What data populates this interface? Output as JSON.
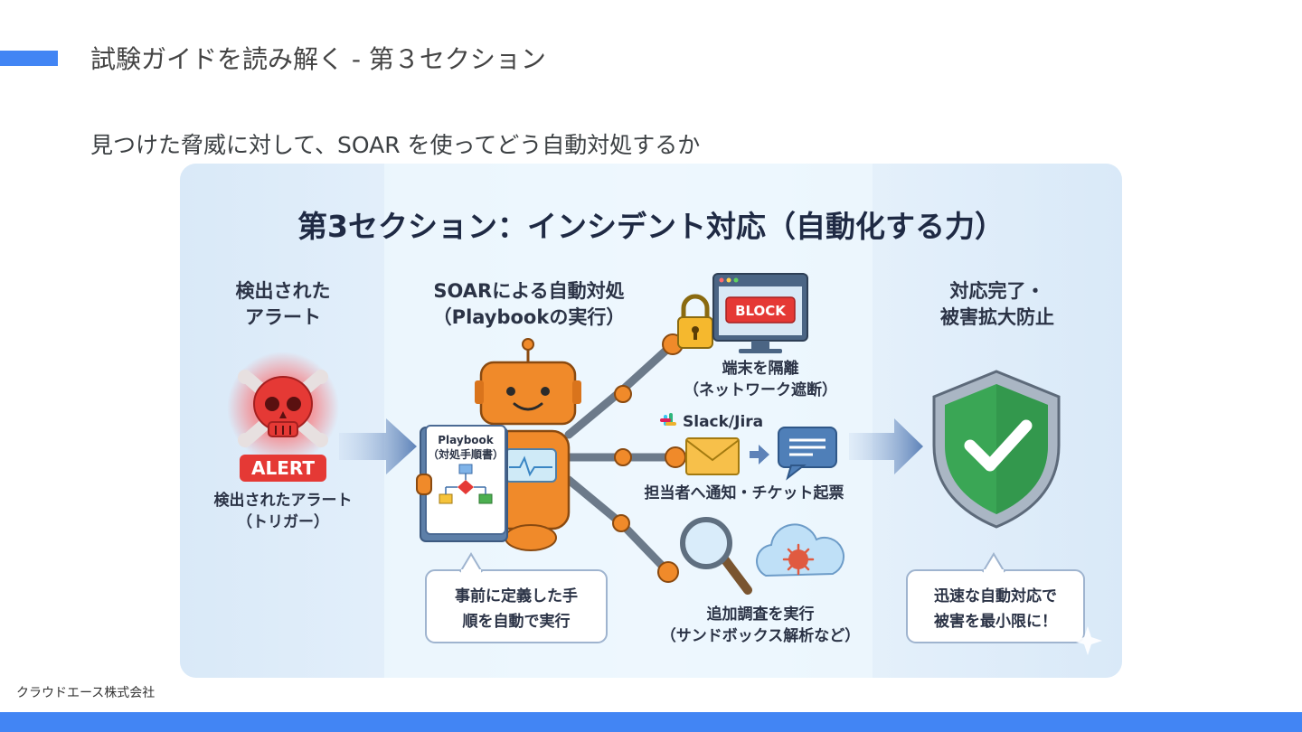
{
  "slide": {
    "title": "試験ガイドを読み解く - 第３セクション",
    "subtitle": "見つけた脅威に対して、SOAR を使ってどう自動対処するか",
    "footer": "クラウドエース株式会社"
  },
  "diagram": {
    "title": "第3セクション：インシデント対応（自動化する力）",
    "left": {
      "heading_line1": "検出された",
      "heading_line2": "アラート",
      "badge": "ALERT",
      "caption_line1": "検出されたアラート",
      "caption_line2": "（トリガー）"
    },
    "center": {
      "heading_line1": "SOARによる自動対処",
      "heading_line2": "（Playbookの実行）",
      "book_title": "Playbook",
      "book_sub": "（対処手順書）",
      "bubble_line1": "事前に定義した手",
      "bubble_line2": "順を自動で実行"
    },
    "actions": {
      "block_label": "BLOCK",
      "isolate_line1": "端末を隔離",
      "isolate_line2": "（ネットワーク遮断）",
      "slack_label": "Slack/Jira",
      "notify_label": "担当者へ通知・チケット起票",
      "investigate_line1": "追加調査を実行",
      "investigate_line2": "（サンドボックス解析など）"
    },
    "right": {
      "heading_line1": "対応完了・",
      "heading_line2": "被害拡大防止",
      "bubble_line1": "迅速な自動対応で",
      "bubble_line2": "被害を最小限に！"
    },
    "colors": {
      "accent": "#4285f4",
      "alert_red": "#e53935",
      "robot_orange": "#f08a2a",
      "shield_green": "#3aa655",
      "arrow_blue": "#6d8fc2"
    }
  }
}
